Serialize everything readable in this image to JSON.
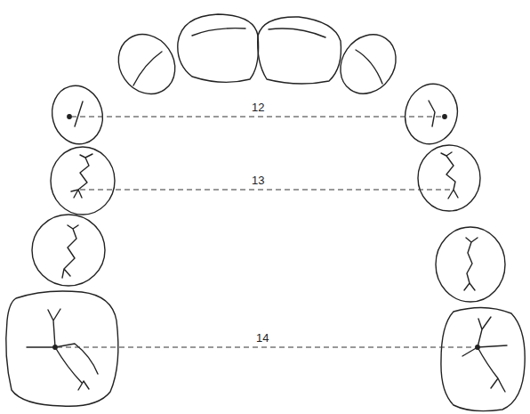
{
  "diagram": {
    "labels": [
      "12",
      "13",
      "14"
    ]
  }
}
